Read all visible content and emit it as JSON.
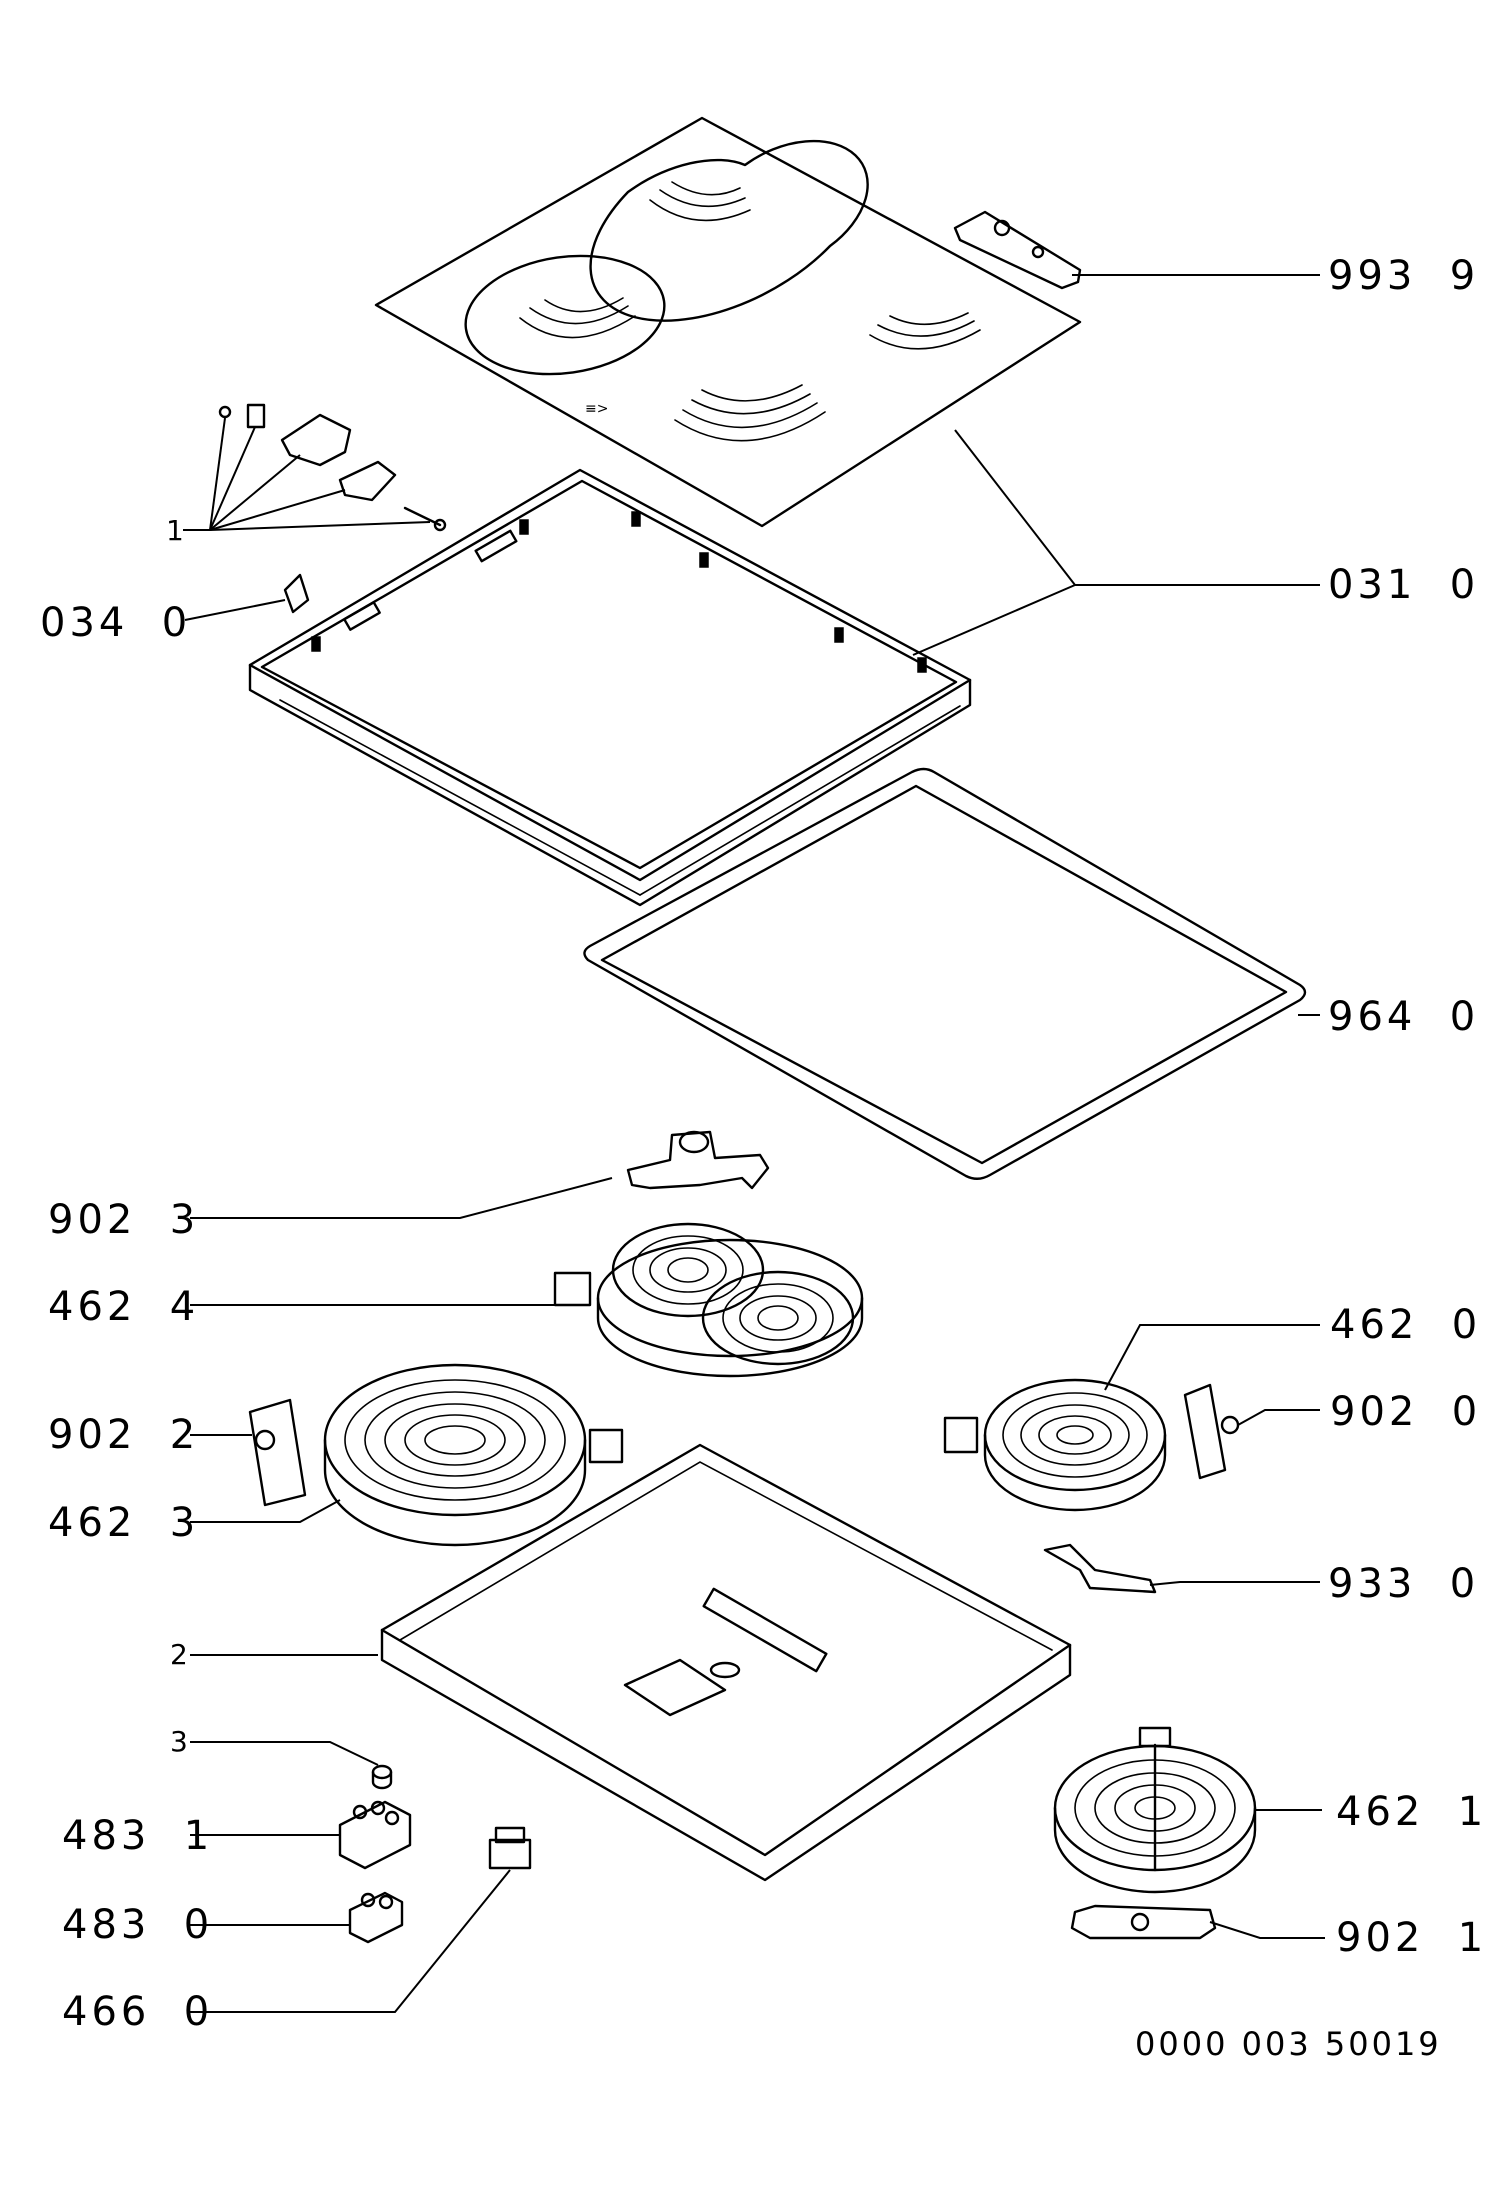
{
  "callouts": {
    "c993_9": "993  9",
    "c031_0": "031  0",
    "c034_0": "034  0",
    "c1": "1",
    "c964_0": "964  0",
    "c902_3": "902  3",
    "c462_4": "462  4",
    "c462_0": "462  0",
    "c902_2": "902  2",
    "c902_0": "902  0",
    "c462_3": "462  3",
    "c933_0": "933  0",
    "c2": "2",
    "c3": "3",
    "c483_1": "483  1",
    "c462_1": "462  1",
    "c483_0": "483  0",
    "c902_1": "902  1",
    "c466_0": "466  0"
  },
  "footer": {
    "drawing_number": "0000 003 50019"
  }
}
